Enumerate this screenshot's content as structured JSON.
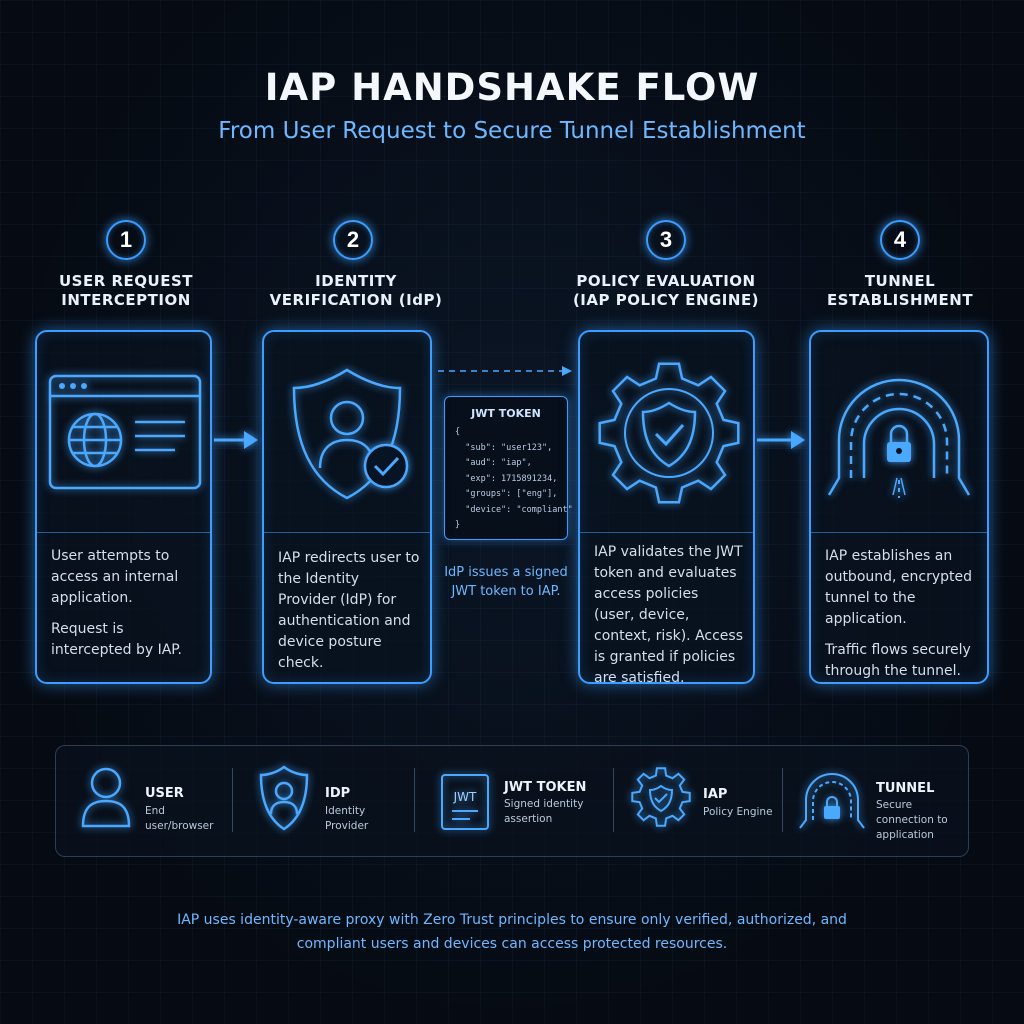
{
  "header": {
    "title": "IAP HANDSHAKE FLOW",
    "subtitle": "From User Request to Secure Tunnel Establishment"
  },
  "steps": [
    {
      "number": "1",
      "title_line1": "USER REQUEST",
      "title_line2": "INTERCEPTION",
      "icon": "browser-globe-icon",
      "desc": [
        "User attempts to access an internal application.",
        "Request is intercepted by IAP."
      ]
    },
    {
      "number": "2",
      "title_line1": "IDENTITY",
      "title_line2": "VERIFICATION (IdP)",
      "icon": "shield-user-check-icon",
      "desc": [
        "IAP redirects user to the Identity Provider (IdP) for authentication and device posture check."
      ]
    },
    {
      "number": "3",
      "title_line1": "POLICY EVALUATION",
      "title_line2": "(IAP POLICY ENGINE)",
      "icon": "gear-shield-check-icon",
      "desc": [
        "IAP validates the JWT token and evaluates access policies (user, device, context, risk). Access is granted if policies are satisfied."
      ]
    },
    {
      "number": "4",
      "title_line1": "TUNNEL",
      "title_line2": "ESTABLISHMENT",
      "icon": "tunnel-lock-icon",
      "desc": [
        "IAP establishes an outbound, encrypted tunnel to the application.",
        "Traffic flows securely through the tunnel."
      ]
    }
  ],
  "jwt": {
    "title": "JWT TOKEN",
    "code": "{\n  \"sub\": \"user123\",\n  \"aud\": \"iap\",\n  \"exp\": 1715891234,\n  \"groups\": [\"eng\"],\n  \"device\": \"compliant\"\n}",
    "note": "IdP issues a signed JWT token to IAP."
  },
  "legend": [
    {
      "name": "USER",
      "sub": "End user/browser",
      "icon": "user-icon"
    },
    {
      "name": "IDP",
      "sub": "Identity Provider",
      "icon": "shield-user-icon"
    },
    {
      "name": "JWT TOKEN",
      "sub": "Signed identity assertion",
      "icon": "jwt-document-icon",
      "icon_label": "JWT"
    },
    {
      "name": "IAP",
      "sub": "Policy Engine",
      "icon": "gear-shield-icon"
    },
    {
      "name": "TUNNEL",
      "sub": "Secure connection to application",
      "icon": "tunnel-lock-icon"
    }
  ],
  "footer": "IAP uses identity-aware proxy with Zero Trust principles to ensure only verified, authorized, and compliant users and devices can access protected resources.",
  "colors": {
    "accent": "#3a9dff",
    "accent_text": "#6fb8ff",
    "background": "#060b13"
  }
}
